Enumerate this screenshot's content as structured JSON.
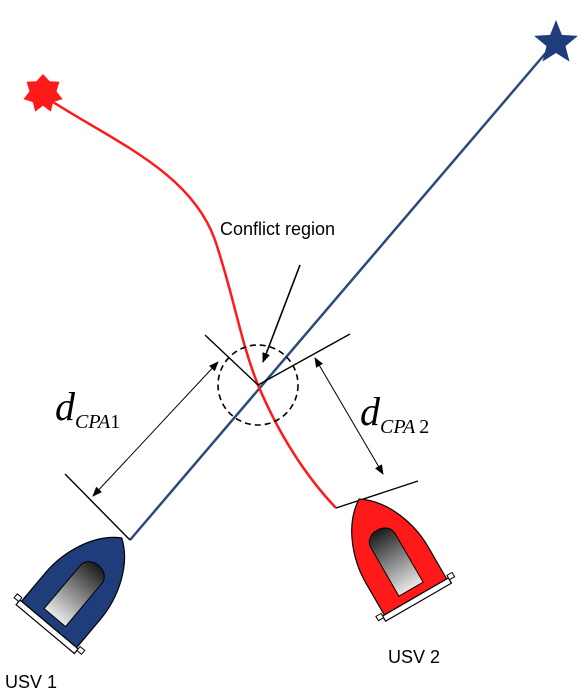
{
  "labels": {
    "conflict_region": "Conflict region",
    "usv1": "USV 1",
    "usv2": "USV 2",
    "dcpa1": {
      "symbol": "d",
      "subscript": "CPA",
      "index": "1"
    },
    "dcpa2": {
      "symbol": "d",
      "subscript": "CPA",
      "index": "2"
    }
  },
  "colors": {
    "usv1_path": "#2e4a7a",
    "usv1_hull": "#1f3d7a",
    "usv2_path": "#ff1a1a",
    "usv2_hull": "#ff1a1a",
    "usv1_goal": "#1f3d7a",
    "usv2_goal": "#ff1a1a",
    "annotation": "#000000"
  },
  "icons": {
    "usv1_goal": "five-point-star-icon",
    "usv2_goal": "seven-point-star-icon",
    "usv1_vessel": "boat-icon",
    "usv2_vessel": "boat-icon"
  }
}
